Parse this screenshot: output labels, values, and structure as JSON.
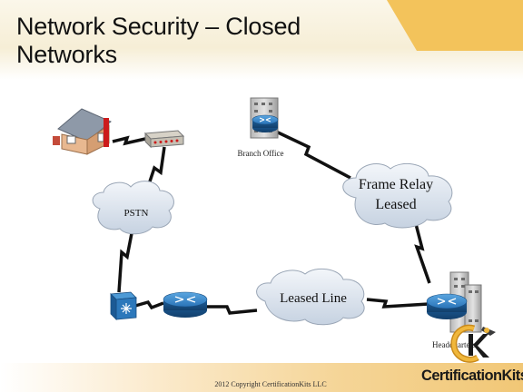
{
  "slide": {
    "title_line1": "Network Security – Closed",
    "title_line2": "Networks"
  },
  "diagram": {
    "pstn_label": "PSTN",
    "branch_office_label": "Branch Office",
    "frame_relay_line1": "Frame Relay",
    "frame_relay_line2": "Leased",
    "leased_line_label": "Leased Line",
    "headquarters_label": "Headquarters"
  },
  "footer": {
    "copyright": "2012 Copyright CertificationKits LLC",
    "brand_name": "CertificationKits"
  },
  "colors": {
    "router_blue": "#1f6fb2",
    "cloud_fill": "#d8e1ec",
    "house_wall": "#e6b48a",
    "roof": "#7f8a99",
    "accent_orange": "#f3c35b"
  }
}
